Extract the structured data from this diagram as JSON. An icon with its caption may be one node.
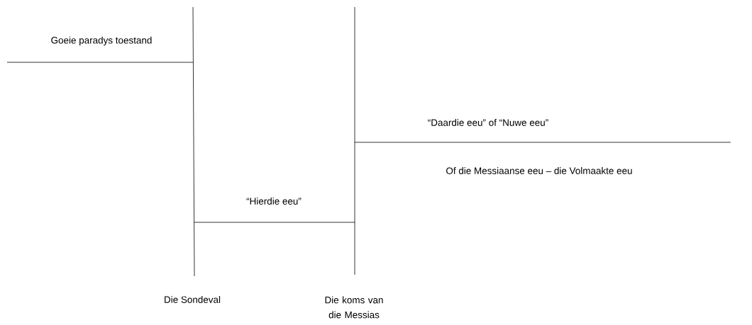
{
  "diagram": {
    "labels": [
      "Goeie paradys toestand",
      "“Daardie eeu” of “Nuwe eeu”",
      "Of die Messiaanse eeu – die Volmaakte eeu",
      "“Hierdie eeu”",
      "Die Sondeval",
      "Die koms van die Messias"
    ]
  }
}
